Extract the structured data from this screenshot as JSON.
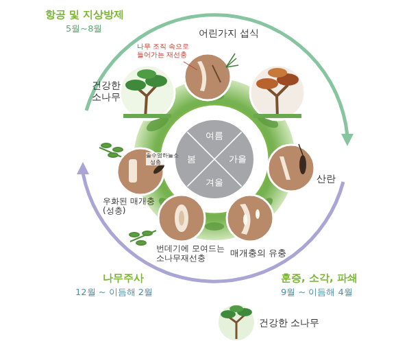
{
  "diagram": {
    "nodes": [
      {
        "text": [
          "여름",
          "가을",
          "겨울",
          "봄"
        ]
      }
    ],
    "labels": [
      "항공 및 지상방제",
      "5월~8월",
      "어린가지 섭식",
      "나무 조직 속으로 들어가는 재선충",
      "건강한 소나무",
      "솔수염하늘소 성충",
      "우화된 매개충(성충)",
      "번데기에 모여드는 소나무재선충",
      "매개충의 유충",
      "산란",
      "나무주사",
      "12월 ~ 이듬해 2월",
      "훈증, 소각, 파쇄",
      "9월 ~ 이듬해 4월",
      "건강한 소나무"
    ]
  }
}
